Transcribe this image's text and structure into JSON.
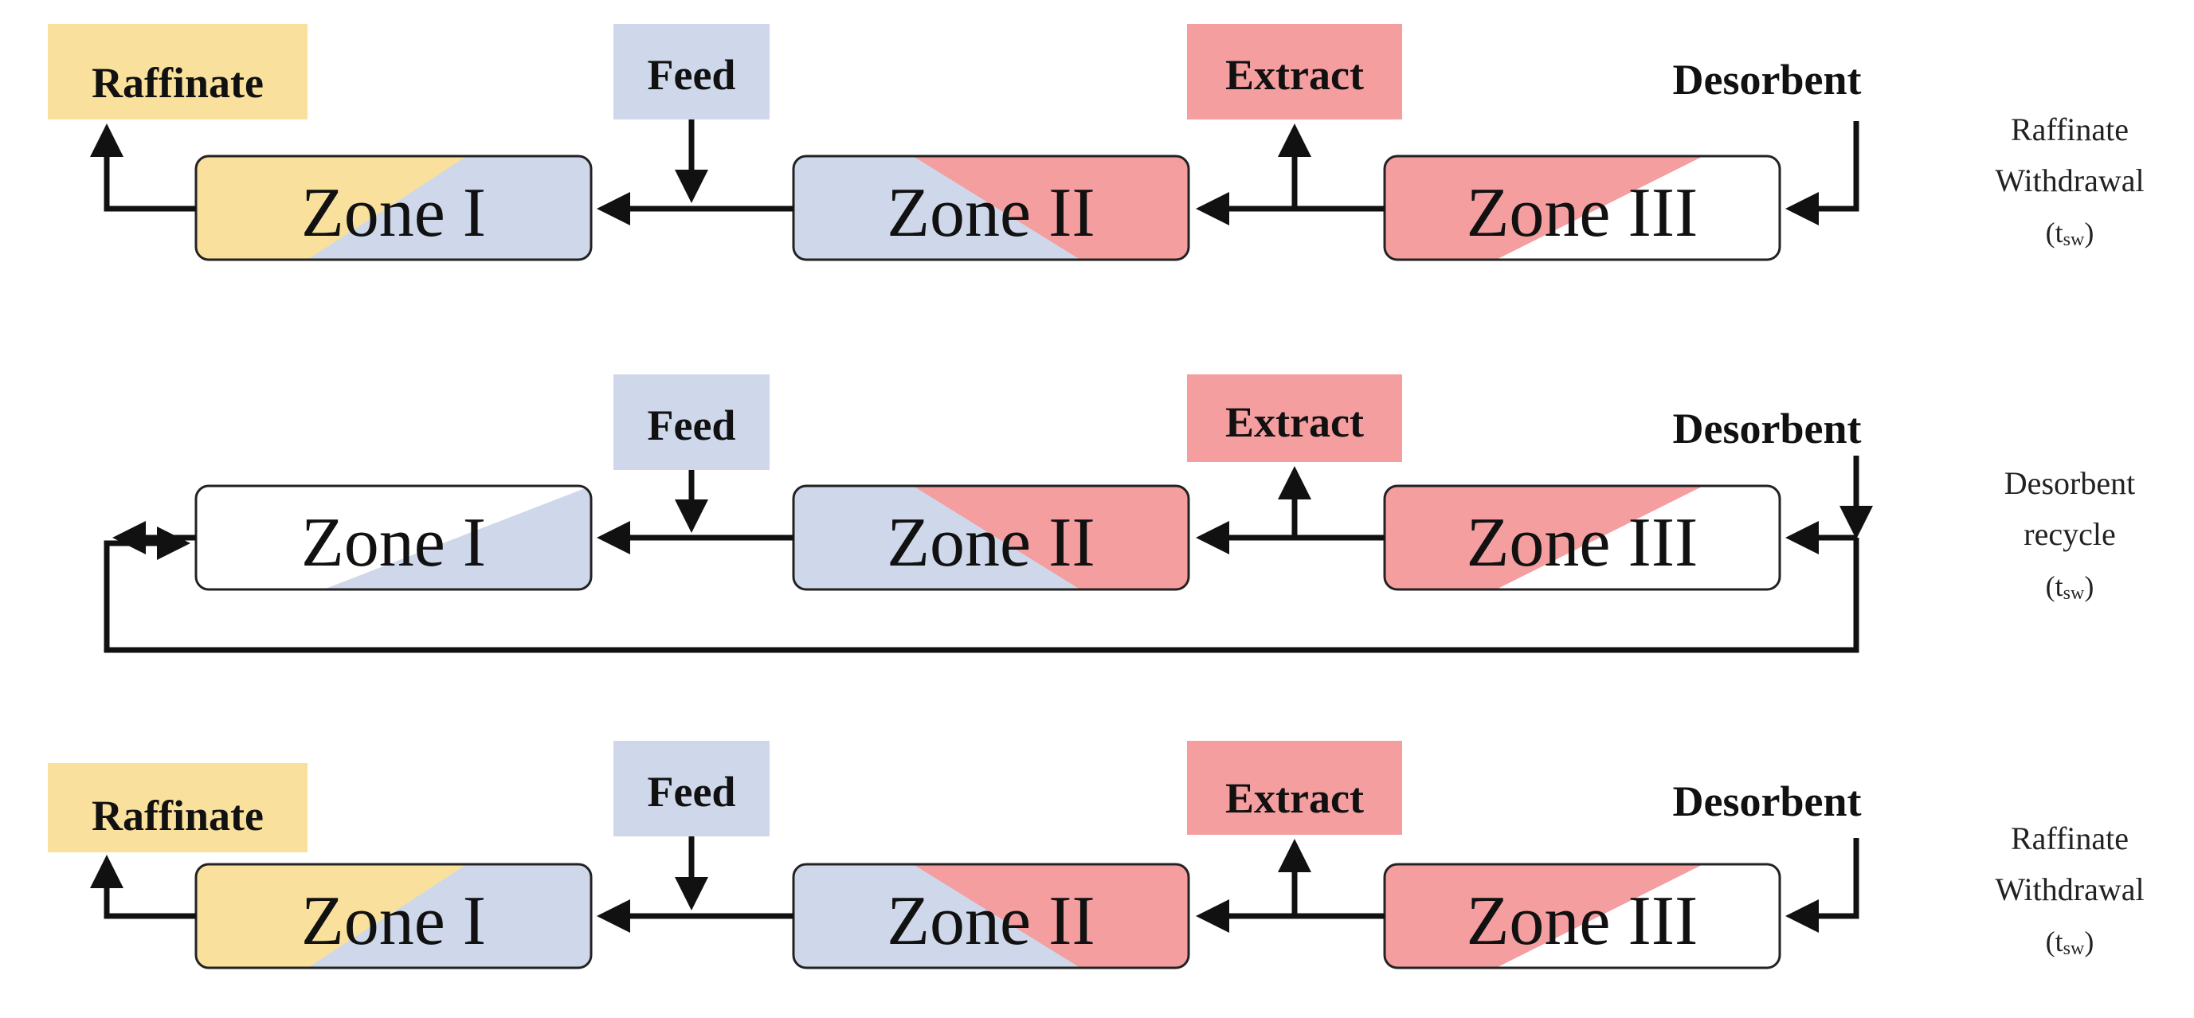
{
  "colors": {
    "raffinate": "#f9e09c",
    "feed": "#cfd8ea",
    "extract": "#f49ea0",
    "line": "#111111",
    "white": "#ffffff"
  },
  "rows": [
    {
      "zones": [
        "Zone I",
        "Zone II",
        "Zone III"
      ],
      "raffinate": "Raffinate",
      "feed": "Feed",
      "extract": "Extract",
      "desorbent": "Desorbent",
      "mode": [
        "Raffinate",
        "Withdrawal"
      ],
      "time": "(t",
      "time_sub": "sw",
      "time_close": ")"
    },
    {
      "zones": [
        "Zone I",
        "Zone II",
        "Zone III"
      ],
      "feed": "Feed",
      "extract": "Extract",
      "desorbent": "Desorbent",
      "mode": [
        "Desorbent",
        "recycle"
      ],
      "time": "(t",
      "time_sub": "sw",
      "time_close": ")"
    },
    {
      "zones": [
        "Zone I",
        "Zone II",
        "Zone III"
      ],
      "raffinate": "Raffinate",
      "feed": "Feed",
      "extract": "Extract",
      "desorbent": "Desorbent",
      "mode": [
        "Raffinate",
        "Withdrawal"
      ],
      "time": "(t",
      "time_sub": "sw",
      "time_close": ")"
    }
  ]
}
